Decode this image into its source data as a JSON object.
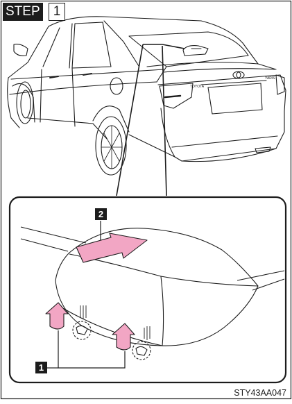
{
  "step": {
    "word": "STEP",
    "number": "1"
  },
  "callouts": [
    {
      "id": "callout-1",
      "label": "1"
    },
    {
      "id": "callout-2",
      "label": "2"
    }
  ],
  "figure_code": "STY43AA047",
  "colors": {
    "arrow_pink": "#f2a6c4",
    "line": "#1c1c1c"
  },
  "icons": [
    "car-rear-view-illustration",
    "antenna-cover-illustration",
    "push-up-arrow-icon",
    "slide-arrow-icon",
    "clip-circle-icon"
  ]
}
